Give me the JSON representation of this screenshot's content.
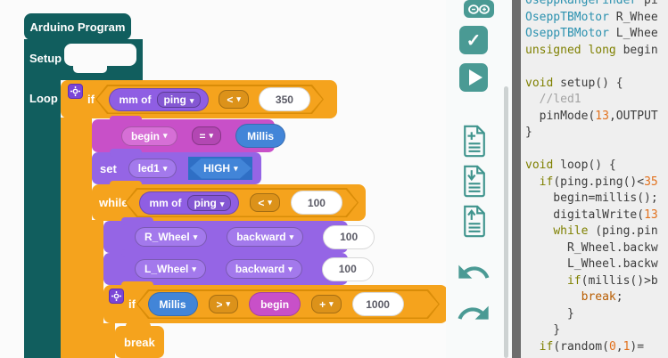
{
  "colors": {
    "program_block": "#115e5e",
    "control_block": "#f5a31d",
    "variable_block": "#9565e5",
    "assign_block": "#c850c8",
    "value_block": "#4285d8",
    "toolbar_icon": "#4a9a94",
    "code_background": "#efefef",
    "code_type": "#2b91af",
    "code_keyword": "#7f8000",
    "code_number": "#e2711d",
    "code_comment": "#a3a3a3"
  },
  "canvas": {
    "program": {
      "title": "Arduino Program",
      "setup": "Setup",
      "loop": "Loop"
    },
    "outer_if": {
      "kw": "if",
      "sensor": "mm of",
      "sensor_dd": "ping",
      "op": "<",
      "value": "350"
    },
    "assign": {
      "var": "begin",
      "op": "=",
      "value": "Millis"
    },
    "set_led": {
      "kw": "set",
      "var": "led1",
      "value": "HIGH"
    },
    "while_loop": {
      "kw": "while",
      "sensor": "mm of",
      "sensor_dd": "ping",
      "op": "<",
      "value": "100"
    },
    "r_wheel": {
      "motor": "R_Wheel",
      "dir": "backward",
      "speed": "100"
    },
    "l_wheel": {
      "motor": "L_Wheel",
      "dir": "backward",
      "speed": "100"
    },
    "inner_if": {
      "kw": "if",
      "left": "Millis",
      "op": ">",
      "right": "begin",
      "op2": "+",
      "value": "1000"
    },
    "break_block": {
      "label": "break"
    }
  },
  "toolbar": {
    "icons": [
      "arduino-logo",
      "verify-check",
      "upload-play",
      "new-file",
      "save-file",
      "open-file",
      "undo",
      "redo"
    ]
  },
  "code": {
    "lines": [
      [
        {
          "t": "type",
          "s": "OseppRangeFinder"
        },
        {
          "t": "plain",
          "s": " pi"
        }
      ],
      [
        {
          "t": "type",
          "s": "OseppTBMotor"
        },
        {
          "t": "plain",
          "s": " R_Whee"
        }
      ],
      [
        {
          "t": "type",
          "s": "OseppTBMotor"
        },
        {
          "t": "plain",
          "s": " L_Whee"
        }
      ],
      [
        {
          "t": "kw",
          "s": "unsigned long"
        },
        {
          "t": "plain",
          "s": " begin"
        }
      ],
      [],
      [
        {
          "t": "kw",
          "s": "void"
        },
        {
          "t": "plain",
          "s": " setup() {"
        }
      ],
      [
        {
          "t": "com",
          "s": "  //led1"
        }
      ],
      [
        {
          "t": "plain",
          "s": "  pinMode("
        },
        {
          "t": "num",
          "s": "13"
        },
        {
          "t": "plain",
          "s": ",OUTPUT"
        }
      ],
      [
        {
          "t": "plain",
          "s": "}"
        }
      ],
      [],
      [
        {
          "t": "kw",
          "s": "void"
        },
        {
          "t": "plain",
          "s": " loop() {"
        }
      ],
      [
        {
          "t": "plain",
          "s": "  "
        },
        {
          "t": "kw",
          "s": "if"
        },
        {
          "t": "plain",
          "s": "(ping.ping()<"
        },
        {
          "t": "num",
          "s": "35"
        }
      ],
      [
        {
          "t": "plain",
          "s": "    begin=millis();"
        }
      ],
      [
        {
          "t": "plain",
          "s": "    digitalWrite("
        },
        {
          "t": "num",
          "s": "13"
        }
      ],
      [
        {
          "t": "plain",
          "s": "    "
        },
        {
          "t": "kw",
          "s": "while"
        },
        {
          "t": "plain",
          "s": " (ping.pin"
        }
      ],
      [
        {
          "t": "plain",
          "s": "      R_Wheel.backw"
        }
      ],
      [
        {
          "t": "plain",
          "s": "      L_Wheel.backw"
        }
      ],
      [
        {
          "t": "plain",
          "s": "      "
        },
        {
          "t": "kw",
          "s": "if"
        },
        {
          "t": "plain",
          "s": "(millis()>b"
        }
      ],
      [
        {
          "t": "plain",
          "s": "        "
        },
        {
          "t": "brk",
          "s": "break"
        },
        {
          "t": "plain",
          "s": ";"
        }
      ],
      [
        {
          "t": "plain",
          "s": "      }"
        }
      ],
      [
        {
          "t": "plain",
          "s": "    }"
        }
      ],
      [
        {
          "t": "plain",
          "s": "  "
        },
        {
          "t": "kw",
          "s": "if"
        },
        {
          "t": "plain",
          "s": "(random("
        },
        {
          "t": "num",
          "s": "0"
        },
        {
          "t": "plain",
          "s": ","
        },
        {
          "t": "num",
          "s": "1"
        },
        {
          "t": "plain",
          "s": ")="
        }
      ]
    ]
  }
}
